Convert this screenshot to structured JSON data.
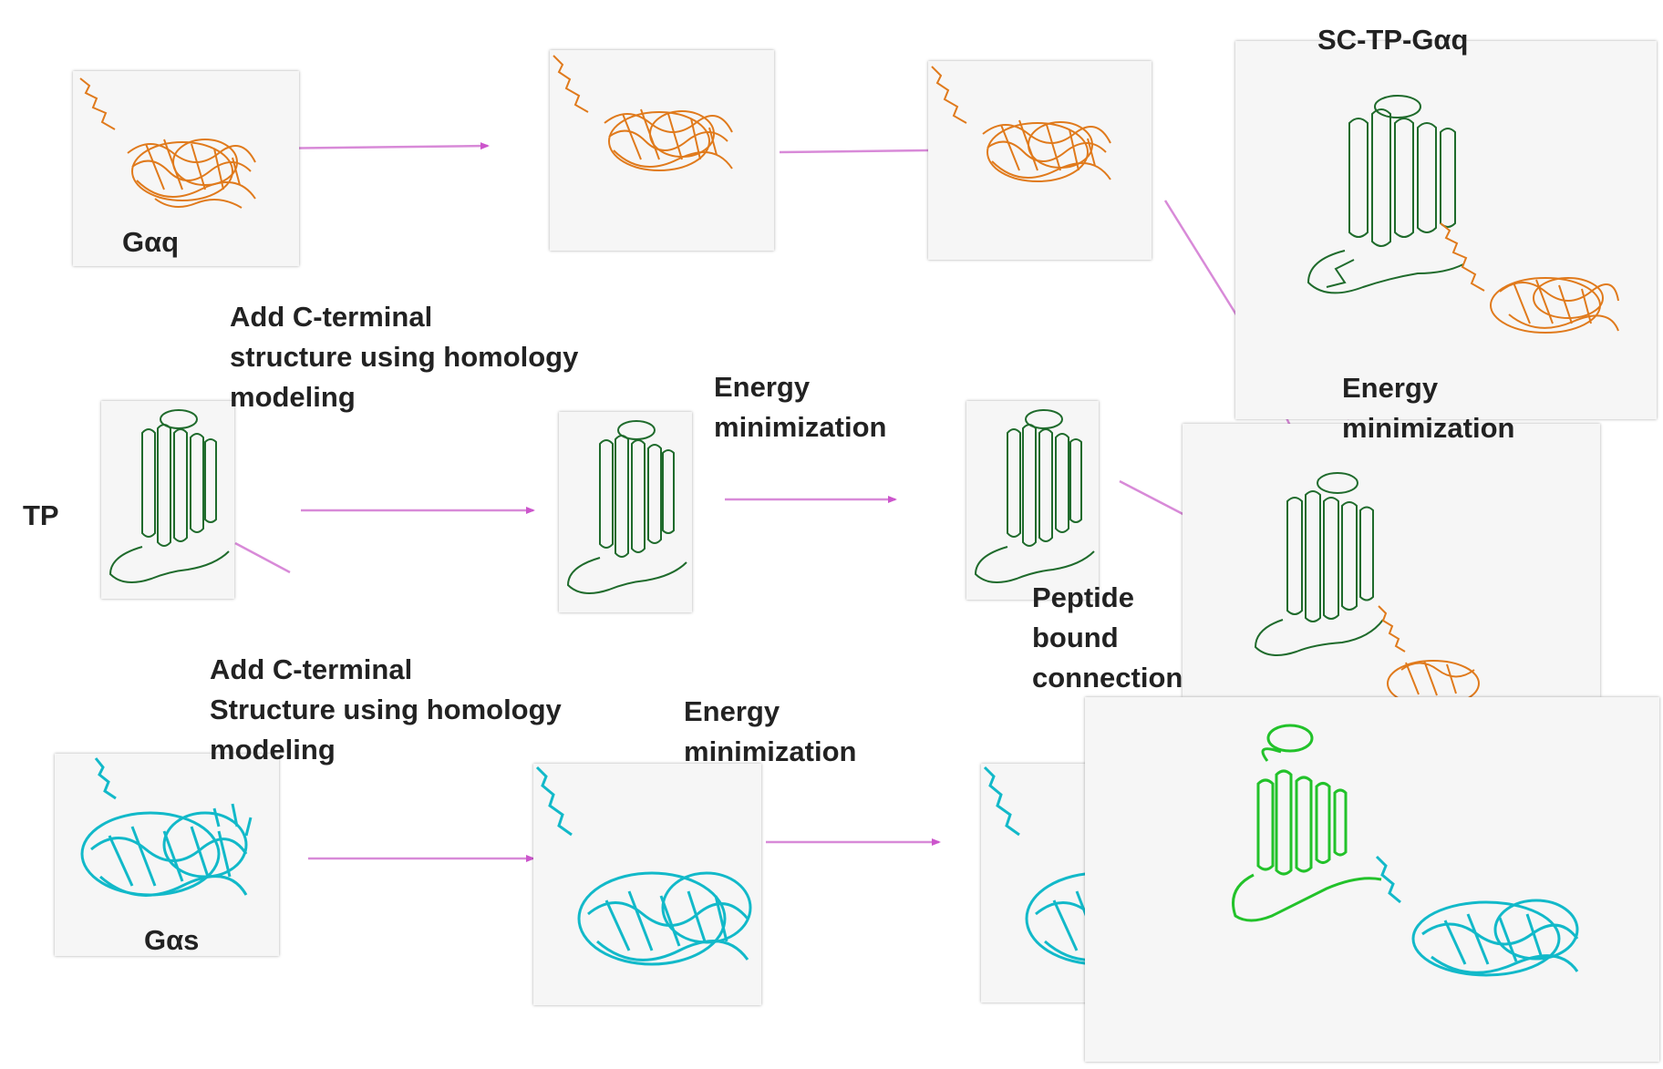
{
  "labels": {
    "gaq": "Gαq",
    "tp": "TP",
    "gas": "Gαs",
    "sc_tp_gaq": "SC-TP-Gαq",
    "step_add_c_terminal_1": [
      "Add C-terminal",
      "structure using homology",
      "modeling"
    ],
    "step_add_c_terminal_2": [
      "Add C-terminal",
      "Structure using homology",
      "modeling"
    ],
    "step_energy_min_1": [
      "Energy",
      "minimization"
    ],
    "step_energy_min_2": [
      "Energy",
      "minimization"
    ],
    "step_energy_min_3": [
      "Energy",
      "minimization"
    ],
    "step_peptide_bound": [
      "Peptide",
      "bound",
      "connection"
    ]
  },
  "colors": {
    "gaq_protein": "#e07a1c",
    "tp_protein": "#1f6b2c",
    "gas_protein": "#12b9c9",
    "tp_bright": "#22c22a",
    "arrow": "#cc55cc",
    "panel_bg": "#f6f6f6"
  }
}
